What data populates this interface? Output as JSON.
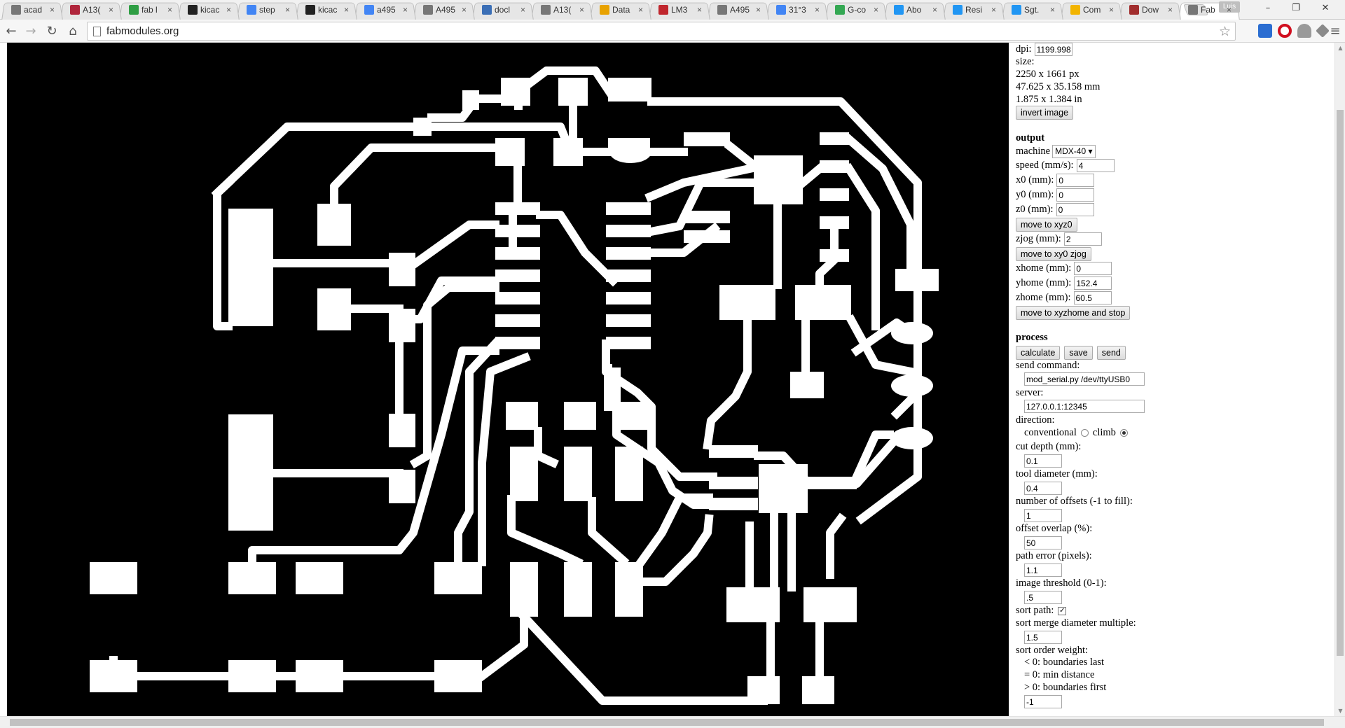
{
  "browser": {
    "tabs": [
      {
        "label": "acad",
        "color": "#777"
      },
      {
        "label": "A13(",
        "color": "#b0263c"
      },
      {
        "label": "fab l",
        "color": "#2f9e44"
      },
      {
        "label": "kicac",
        "color": "#222"
      },
      {
        "label": "step",
        "color": "#4285f4"
      },
      {
        "label": "kicac",
        "color": "#222"
      },
      {
        "label": "a495",
        "color": "#4285f4"
      },
      {
        "label": "A495",
        "color": "#777"
      },
      {
        "label": "docl",
        "color": "#3b6fb6"
      },
      {
        "label": "A13(",
        "color": "#777"
      },
      {
        "label": "Data",
        "color": "#e8a200"
      },
      {
        "label": "LM3",
        "color": "#c0262d"
      },
      {
        "label": "A495",
        "color": "#777"
      },
      {
        "label": "31°3",
        "color": "#4285f4"
      },
      {
        "label": "G-co",
        "color": "#34a853"
      },
      {
        "label": "Abo",
        "color": "#2196f3"
      },
      {
        "label": "Resi",
        "color": "#2196f3"
      },
      {
        "label": "Sgt.",
        "color": "#2196f3"
      },
      {
        "label": "Com",
        "color": "#f2b400"
      },
      {
        "label": "Dow",
        "color": "#a12d2d"
      },
      {
        "label": "Fab",
        "color": "#777",
        "active": true
      }
    ],
    "user_badge": "Luis",
    "window_controls": {
      "minimize": "–",
      "maximize": "❐",
      "close": "✕"
    },
    "nav": {
      "back": "←",
      "forward": "→",
      "reload": "↻",
      "home": "⌂"
    },
    "url": "fabmodules.org",
    "bookmark_star": "☆",
    "menu_icon": "≡"
  },
  "panel": {
    "dpi_label": "dpi:",
    "dpi_value": "1199.998",
    "size_label": "size:",
    "size_px": "2250 x 1661 px",
    "size_mm": "47.625 x 35.158 mm",
    "size_in": "1.875 x 1.384 in",
    "invert_button": "invert image",
    "output_head": "output",
    "machine_label": "machine",
    "machine_value": "MDX-40 ▾",
    "speed_label": "speed (mm/s):",
    "speed_value": "4",
    "x0_label": "x0 (mm):",
    "x0_value": "0",
    "y0_label": "y0 (mm):",
    "y0_value": "0",
    "z0_label": "z0 (mm):",
    "z0_value": "0",
    "move_xyz0_button": "move to xyz0",
    "zjog_label": "zjog (mm):",
    "zjog_value": "2",
    "move_xy0_zjog_button": "move to xy0 zjog",
    "xhome_label": "xhome (mm):",
    "xhome_value": "0",
    "yhome_label": "yhome (mm):",
    "yhome_value": "152.4",
    "zhome_label": "zhome (mm):",
    "zhome_value": "60.5",
    "move_home_button": "move to xyzhome and stop",
    "process_head": "process",
    "calculate_button": "calculate",
    "save_button": "save",
    "send_button": "send",
    "send_command_label": "send command:",
    "send_command_value": "mod_serial.py /dev/ttyUSB0",
    "server_label": "server:",
    "server_value": "127.0.0.1:12345",
    "direction_label": "direction:",
    "conventional_label": "conventional",
    "climb_label": "climb",
    "direction_selected": "climb",
    "cut_depth_label": "cut depth (mm):",
    "cut_depth_value": "0.1",
    "tool_diameter_label": "tool diameter (mm):",
    "tool_diameter_value": "0.4",
    "offsets_label": "number of offsets (-1 to fill):",
    "offsets_value": "1",
    "overlap_label": "offset overlap (%):",
    "overlap_value": "50",
    "path_error_label": "path error (pixels):",
    "path_error_value": "1.1",
    "threshold_label": "image threshold (0-1):",
    "threshold_value": ".5",
    "sort_path_label": "sort path:",
    "sort_path_checked": true,
    "sort_merge_label": "sort merge diameter multiple:",
    "sort_merge_value": "1.5",
    "sort_order_label": "sort order weight:",
    "sort_order_lt": "< 0: boundaries last",
    "sort_order_eq": "= 0: min distance",
    "sort_order_gt": "> 0: boundaries first",
    "sort_order_value": "-1"
  }
}
